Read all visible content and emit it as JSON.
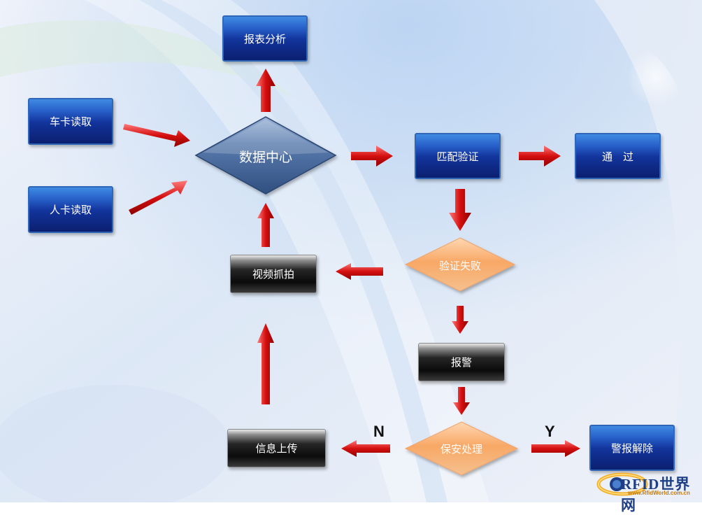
{
  "nodes": {
    "report_analysis": "报表分析",
    "vehicle_card_read": "车卡读取",
    "person_card_read": "人卡读取",
    "data_center": "数据中心",
    "match_verify": "匹配验证",
    "pass": "通　过",
    "verify_failed": "验证失败",
    "video_capture": "视频抓拍",
    "alarm": "报警",
    "security_handling": "保安处理",
    "info_upload": "信息上传",
    "alarm_release": "警报解除"
  },
  "branch_labels": {
    "no": "N",
    "yes": "Y"
  },
  "logo": {
    "brand": "RFID世界网",
    "url": "www.RfidWorld.com.cn"
  },
  "colors": {
    "arrow": "#e01a1a",
    "blue_box": "#12349c",
    "black_box": "#111111",
    "diamond_blue": "#3d5e8e",
    "diamond_orange": "#f7a867"
  }
}
